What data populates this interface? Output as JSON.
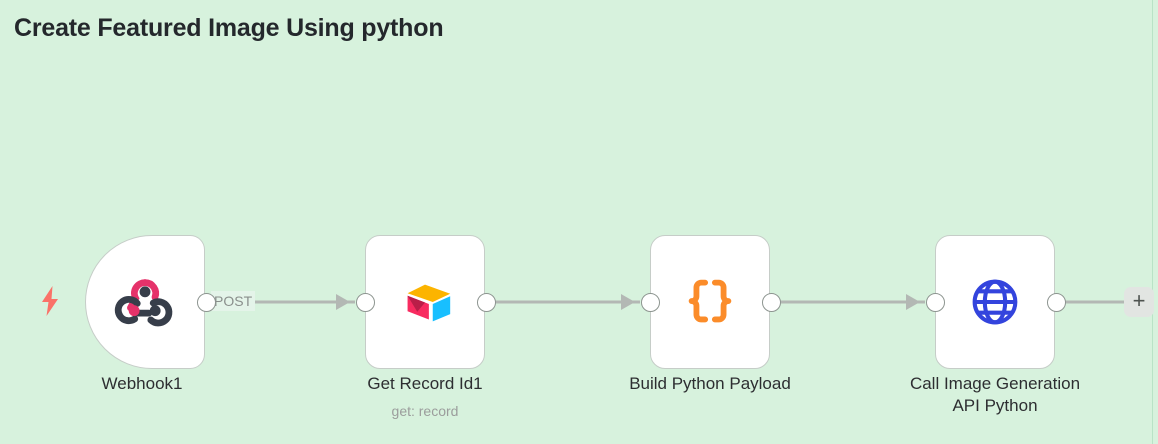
{
  "canvas": {
    "title": "Create Featured Image Using python",
    "background_color": "#d7f2dd",
    "add_button_label": "+"
  },
  "trigger": {
    "icon": "lightning-bolt-icon",
    "color": "#fa7268"
  },
  "edges": [
    {
      "from": "Webhook1",
      "to": "Get Record Id1",
      "label": "POST"
    },
    {
      "from": "Get Record Id1",
      "to": "Build Python Payload",
      "label": ""
    },
    {
      "from": "Build Python Payload",
      "to": "Call Image Generation API Python",
      "label": ""
    },
    {
      "from": "Call Image Generation API Python",
      "to": "add-node-button",
      "label": ""
    }
  ],
  "nodes": [
    {
      "id": "webhook1",
      "label": "Webhook1",
      "sublabel": "",
      "icon": "webhook-icon",
      "kind": "trigger",
      "icon_colors": {
        "primary": "#e5326a",
        "secondary": "#373e4a"
      }
    },
    {
      "id": "get-record-id1",
      "label": "Get Record Id1",
      "sublabel": "get: record",
      "icon": "airtable-icon",
      "kind": "action",
      "icon_colors": {
        "top": "#fcb400",
        "left": "#f82b60",
        "right": "#18bfff"
      }
    },
    {
      "id": "build-python-payload",
      "label": "Build Python Payload",
      "sublabel": "",
      "icon": "code-braces-icon",
      "kind": "action",
      "icon_colors": {
        "primary": "#fb8c2a"
      }
    },
    {
      "id": "call-image-generation-api-python",
      "label": "Call Image Generation\nAPI Python",
      "sublabel": "",
      "icon": "globe-icon",
      "kind": "action",
      "icon_colors": {
        "primary": "#3344dd"
      }
    }
  ]
}
